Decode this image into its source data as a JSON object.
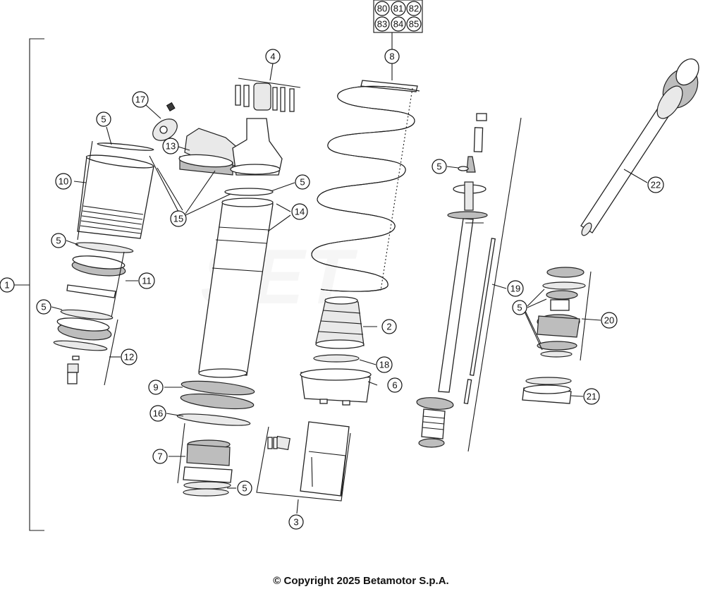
{
  "diagram": {
    "callouts": {
      "c1": "1",
      "c2": "2",
      "c3": "3",
      "c4": "4",
      "c5a": "5",
      "c5b": "5",
      "c5c": "5",
      "c5d": "5",
      "c5e": "5",
      "c5f": "5",
      "c5g": "5",
      "c6": "6",
      "c7": "7",
      "c8": "8",
      "c9": "9",
      "c10": "10",
      "c11": "11",
      "c12": "12",
      "c13": "13",
      "c14": "14",
      "c15": "15",
      "c16": "16",
      "c17": "17",
      "c18": "18",
      "c19": "19",
      "c20": "20",
      "c21": "21",
      "c22": "22"
    },
    "kit_numbers": [
      "80",
      "81",
      "82",
      "83",
      "84",
      "85"
    ]
  },
  "footer": {
    "copyright": "© Copyright 2025 Betamotor S.p.A."
  }
}
